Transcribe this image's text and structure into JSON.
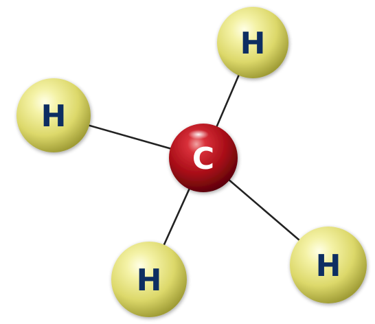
{
  "molecule": {
    "central_atom": {
      "symbol": "C",
      "color": "#b3121c"
    },
    "hydrogen_atoms": [
      {
        "symbol": "H"
      },
      {
        "symbol": "H"
      },
      {
        "symbol": "H"
      },
      {
        "symbol": "H"
      }
    ],
    "hydrogen_color": "#e4e27a",
    "label_color": "#0f2f62",
    "bond_color": "#222222"
  }
}
